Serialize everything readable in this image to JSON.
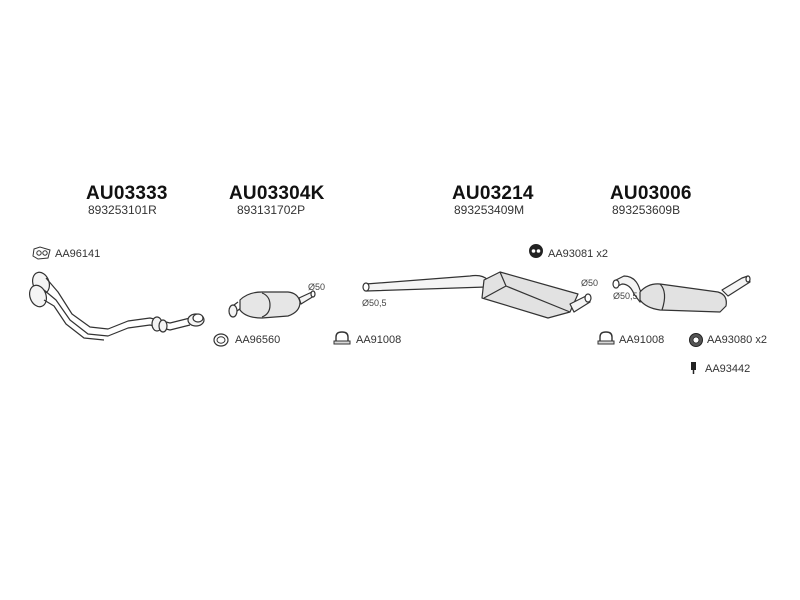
{
  "assemblies": [
    {
      "code": "AU03333",
      "oem": "893253101R"
    },
    {
      "code": "AU03304K",
      "oem": "893131702P"
    },
    {
      "code": "AU03214",
      "oem": "893253409M"
    },
    {
      "code": "AU03006",
      "oem": "893253609B"
    }
  ],
  "accessories": {
    "gasket_front": "AA96141",
    "ring_cat": "AA96560",
    "clamp_mid": "AA91008",
    "rubber_mid": "AA93081 x2",
    "clamp_rear": "AA91008",
    "rubber_rear": "AA93080 x2",
    "bracket_rear": "AA93442"
  },
  "diameters": {
    "cat_outlet": "Ø50",
    "mid_inlet": "Ø50,5",
    "mid_outlet": "Ø50",
    "rear_inlet": "Ø50,5"
  },
  "colors": {
    "line": "#333333",
    "fill_light": "#f4f4f4",
    "fill_mid": "#d8d8d8",
    "icon_dark": "#222222"
  }
}
